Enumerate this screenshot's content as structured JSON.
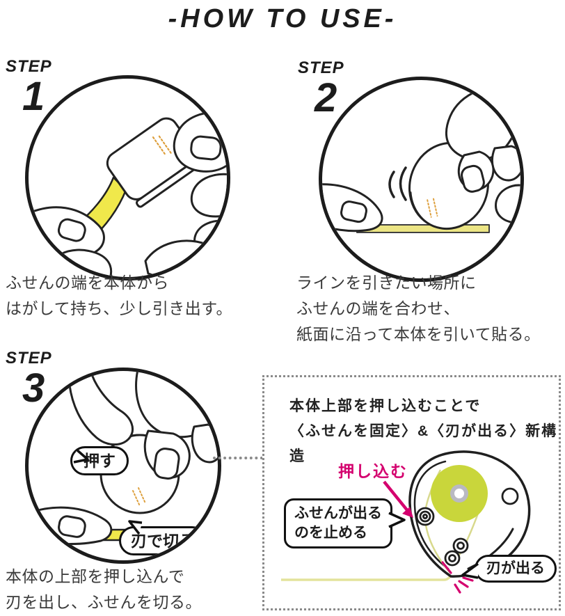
{
  "title": "-HOW TO USE-",
  "step1": {
    "label": "STEP",
    "number": "1",
    "caption": [
      "ふせんの端を本体から",
      "はがして持ち、少し引き出す。"
    ]
  },
  "step2": {
    "label": "STEP",
    "number": "2",
    "caption": [
      "ラインを引きたい場所に",
      "ふせんの端を合わせ、",
      "紙面に沿って本体を引いて貼る。"
    ]
  },
  "step3": {
    "label": "STEP",
    "number": "3",
    "caption": [
      "本体の上部を押し込んで",
      "刃を出し、ふせんを切る。"
    ],
    "press_bubble": "押す",
    "cut_bubble": "刃で切る"
  },
  "mechanism": {
    "heading": [
      "本体上部を押し込むことで",
      "〈ふせんを固定〉&〈刃が出る〉新構造"
    ],
    "push_label": "押し込む",
    "stop_bubble": [
      "ふせんが出る",
      "のを止める"
    ],
    "blade_bubble": "刃が出る"
  },
  "colors": {
    "accent_magenta": "#d4006e",
    "sticky_yellow": "#f0e84b",
    "tape_pale_yellow": "#e3e39b",
    "roll_green": "#c9d63b",
    "hub_gray": "#b9b9c2",
    "logo_orange": "#dd9f3c",
    "line_black": "#1c1c1c",
    "dot_gray": "#8a8a8a"
  }
}
